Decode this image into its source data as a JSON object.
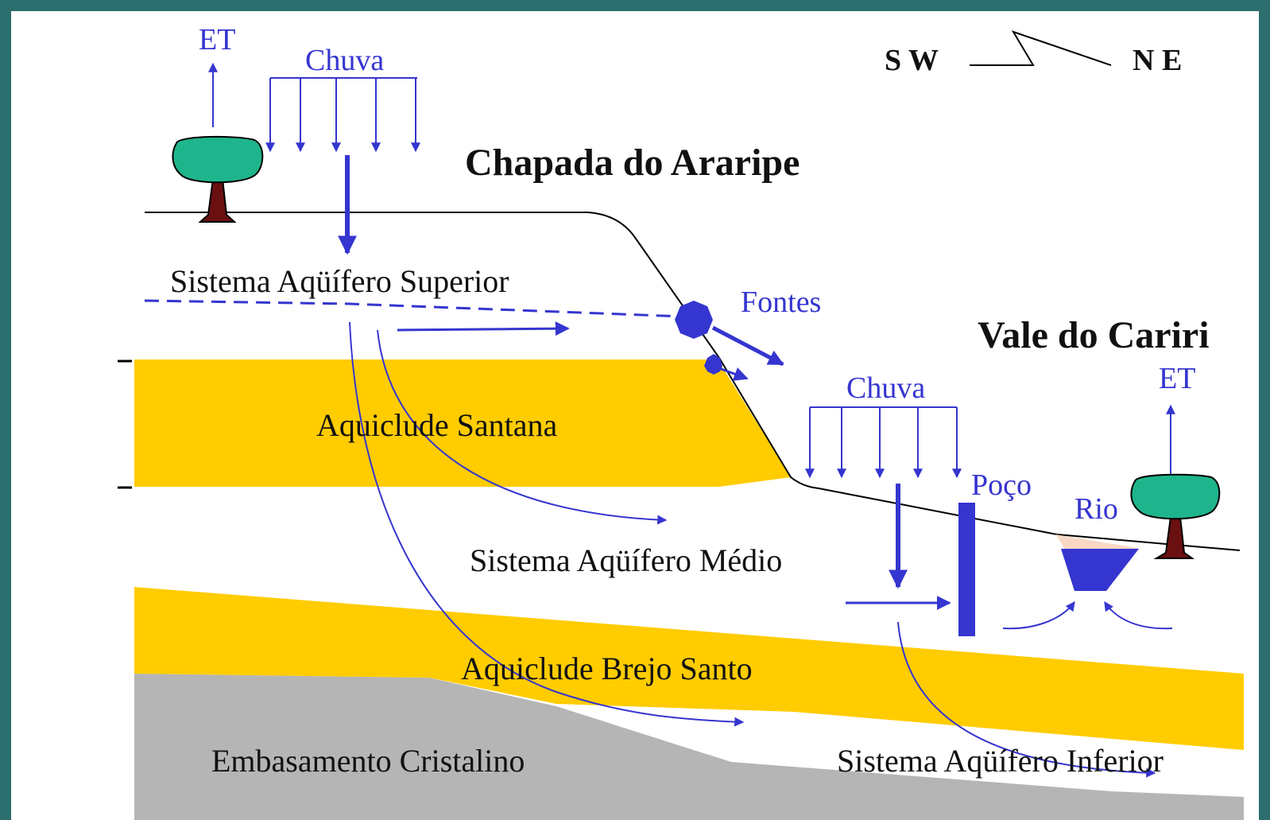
{
  "compass": {
    "left": "S W",
    "right": "N E"
  },
  "regions": {
    "chapada": "Chapada do Araripe",
    "vale": "Vale do Cariri"
  },
  "labels": {
    "et_left": "ET",
    "et_right": "ET",
    "chuva_left": "Chuva",
    "chuva_right": "Chuva",
    "fontes": "Fontes",
    "poco": "Poço",
    "rio": "Rio"
  },
  "layers": {
    "superior": "Sistema Aqüífero Superior",
    "santana": "Aquiclude Santana",
    "medio": "Sistema Aqüífero Médio",
    "brejo": "Aquiclude Brejo Santo",
    "embasamento": "Embasamento Cristalino",
    "inferior": "Sistema Aqüífero Inferior"
  },
  "colors": {
    "aquiclude": "#ffcc00",
    "basement": "#b5b5b5",
    "arrows": "#3535d0",
    "tree_crown": "#1fb58c",
    "tree_trunk": "#6b1010",
    "frame": "#2c6f6e"
  }
}
